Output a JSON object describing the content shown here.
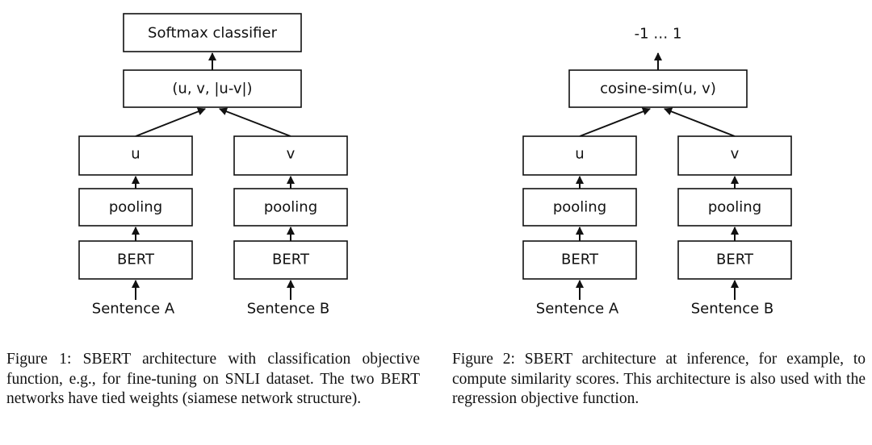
{
  "figure1": {
    "top_box": "Softmax classifier",
    "concat_box": "(u, v, |u-v|)",
    "left": {
      "embedding": "u",
      "pooling": "pooling",
      "encoder": "BERT",
      "input": "Sentence A"
    },
    "right": {
      "embedding": "v",
      "pooling": "pooling",
      "encoder": "BERT",
      "input": "Sentence B"
    },
    "caption": "Figure 1: SBERT architecture with classification objective function, e.g., for fine-tuning on SNLI dataset. The two BERT networks have tied weights (siamese network structure)."
  },
  "figure2": {
    "output": "-1 … 1",
    "similarity_box": "cosine-sim(u, v)",
    "left": {
      "embedding": "u",
      "pooling": "pooling",
      "encoder": "BERT",
      "input": "Sentence A"
    },
    "right": {
      "embedding": "v",
      "pooling": "pooling",
      "encoder": "BERT",
      "input": "Sentence B"
    },
    "caption": "Figure 2: SBERT architecture at inference, for example, to compute similarity scores. This architecture is also used with the regression objective function."
  }
}
